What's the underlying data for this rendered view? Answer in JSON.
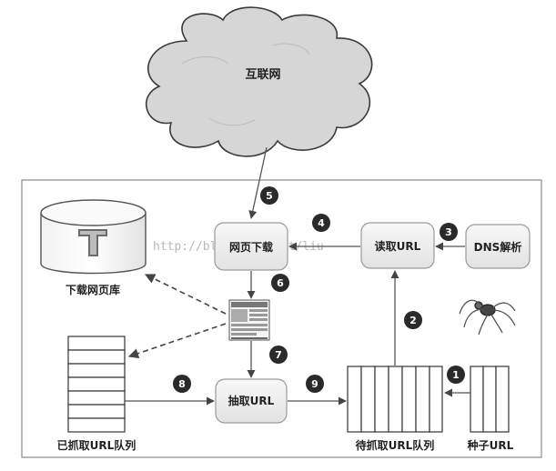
{
  "nodes": {
    "internet": "互联网",
    "page_download": "网页下载",
    "read_url": "读取URL",
    "dns": "DNS解析",
    "page_store": "下载网页库",
    "extract_url": "抽取URL",
    "crawled_queue": "已抓取URL队列",
    "pending_queue": "待抓取URL队列",
    "seed_url": "种子URL"
  },
  "steps": [
    "1",
    "2",
    "3",
    "4",
    "5",
    "6",
    "7",
    "8",
    "9"
  ],
  "watermark": "http://blog.csdn.net/liu",
  "colors": {
    "node_fill": "#ececec",
    "node_stroke": "#9a9a9a",
    "badge": "#2a2a2a",
    "line": "#555555"
  }
}
